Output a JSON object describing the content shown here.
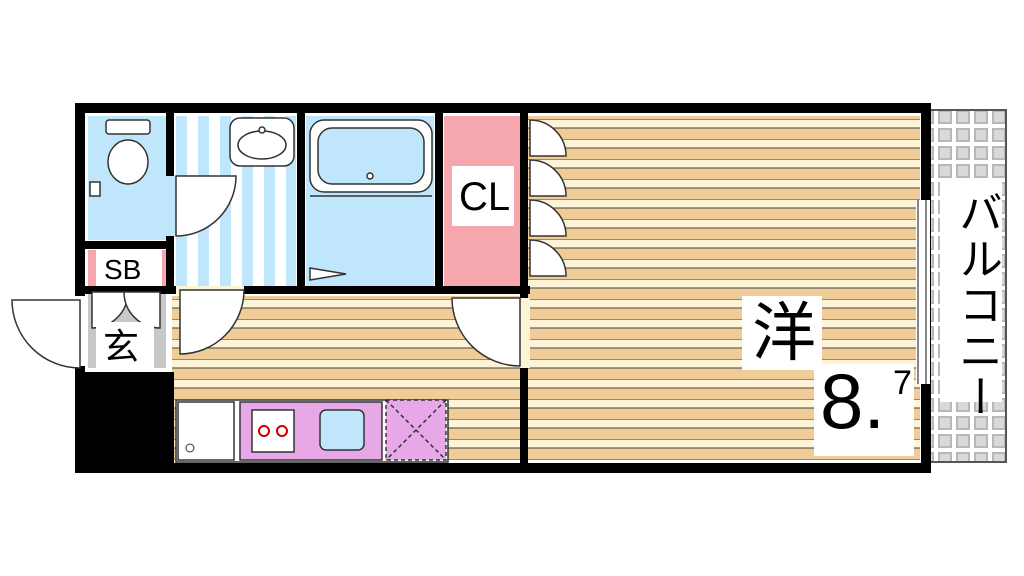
{
  "rooms": {
    "closet_label": "CL",
    "shoe_box_label": "SB",
    "entrance_label": "玄",
    "western_room_label": "洋",
    "western_room_size_main": "8.",
    "western_room_size_decimal": "7",
    "balcony_label": "バルコニー"
  },
  "colors": {
    "wall": "#000000",
    "wet_area": "#bfe6fa",
    "closet": "#f5a7ad",
    "floor_wood": "#f0cc99",
    "floor_light": "#fdf3d6",
    "kitchen": "#e6a8e6",
    "entrance": "#c8c8c8",
    "balcony_grid": "#b0b0b0"
  }
}
